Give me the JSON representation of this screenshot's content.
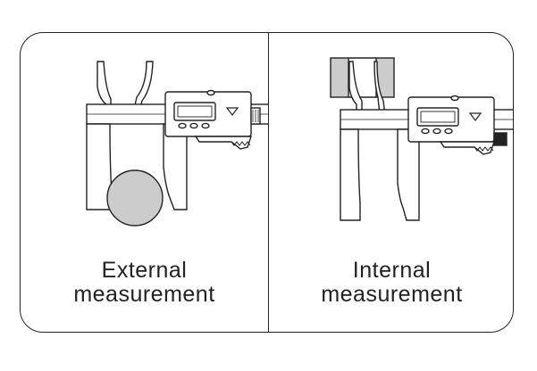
{
  "panels": [
    {
      "caption_line1": "External",
      "caption_line2": "measurement"
    },
    {
      "caption_line1": "Internal",
      "caption_line2": "measurement"
    }
  ],
  "colors": {
    "outline": "#222222",
    "workpiece_fill": "#cccccc",
    "background": "#ffffff"
  },
  "icons": [
    "caliper-icon",
    "round-workpiece-icon",
    "ring-gauge-icon",
    "hold-triangle-icon"
  ]
}
